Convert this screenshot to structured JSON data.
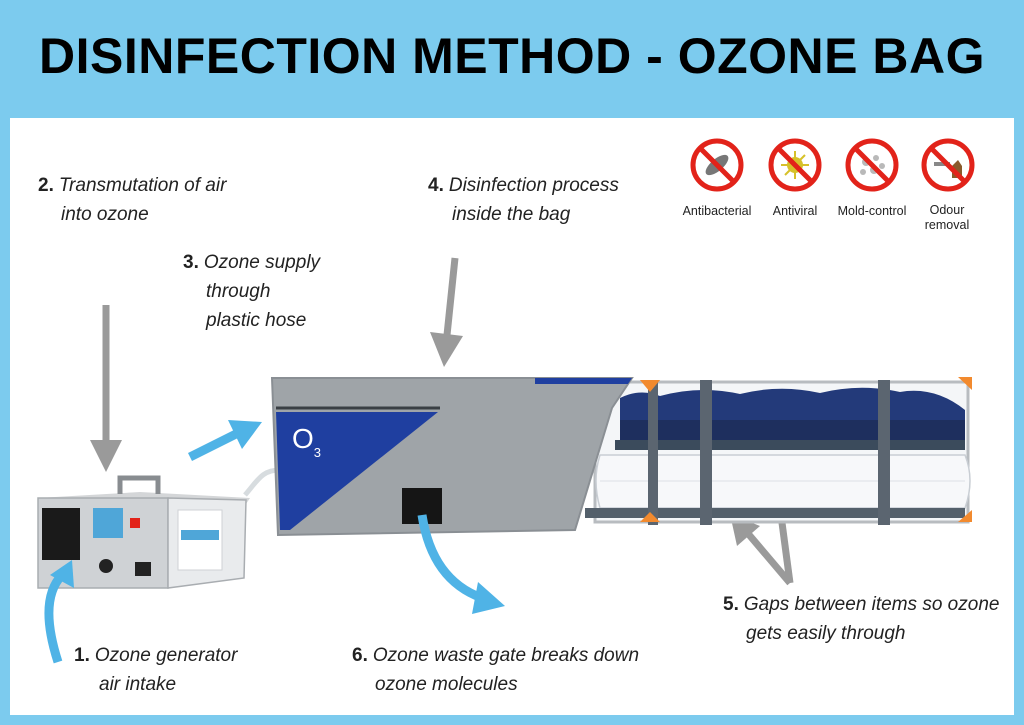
{
  "title": "DISINFECTION METHOD - OZONE BAG",
  "steps": [
    {
      "num": "1.",
      "line1": "Ozone generator",
      "line2": "air intake"
    },
    {
      "num": "2.",
      "line1": "Transmutation of air",
      "line2": "into ozone"
    },
    {
      "num": "3.",
      "line1": "Ozone supply",
      "line2": "through",
      "line3": "plastic hose"
    },
    {
      "num": "4.",
      "line1": "Disinfection process",
      "line2": "inside the bag"
    },
    {
      "num": "5.",
      "line1": "Gaps between items so ozone",
      "line2": "gets easily through"
    },
    {
      "num": "6.",
      "line1": "Ozone waste gate breaks down",
      "line2": "ozone molecules"
    }
  ],
  "icons": [
    {
      "name": "bacteria-icon",
      "label": "Antibacterial"
    },
    {
      "name": "virus-icon",
      "label": "Antiviral"
    },
    {
      "name": "mold-icon",
      "label": "Mold-control"
    },
    {
      "name": "odour-icon",
      "label1": "Odour",
      "label2": "removal"
    }
  ],
  "bag_label": "O",
  "bag_label_sub": "3",
  "colors": {
    "background": "#7ccbee",
    "arrow_blue": "#4fb3e6",
    "arrow_gray": "#9a9a9a",
    "prohibit_red": "#e2231a",
    "bag_gray": "#9fa4a8",
    "bag_blue": "#1f3fa0"
  }
}
